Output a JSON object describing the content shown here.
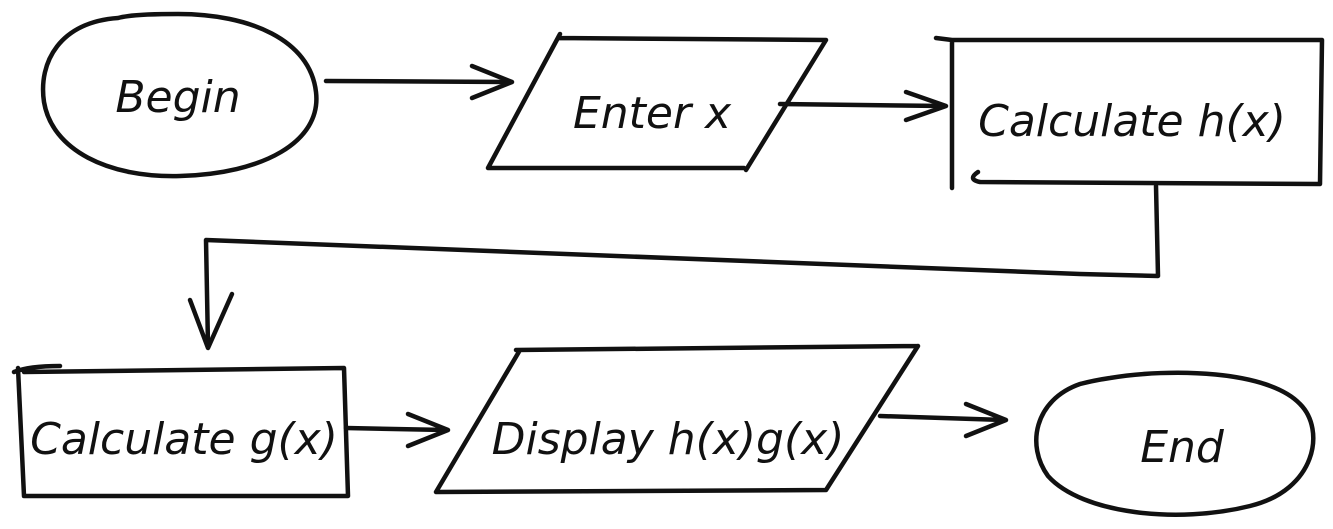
{
  "nodes": [
    {
      "id": "begin",
      "shape": "oval",
      "label": "Begin"
    },
    {
      "id": "enter-x",
      "shape": "parallelogram",
      "label": "Enter x"
    },
    {
      "id": "calc-h",
      "shape": "rectangle",
      "label": "Calculate h(x)"
    },
    {
      "id": "calc-g",
      "shape": "rectangle",
      "label": "Calculate g(x)"
    },
    {
      "id": "display",
      "shape": "parallelogram",
      "label": "Display h(x)g(x)"
    },
    {
      "id": "end",
      "shape": "oval",
      "label": "End"
    }
  ],
  "edges": [
    {
      "from": "begin",
      "to": "enter-x"
    },
    {
      "from": "enter-x",
      "to": "calc-h"
    },
    {
      "from": "calc-h",
      "to": "calc-g"
    },
    {
      "from": "calc-g",
      "to": "display"
    },
    {
      "from": "display",
      "to": "end"
    }
  ]
}
